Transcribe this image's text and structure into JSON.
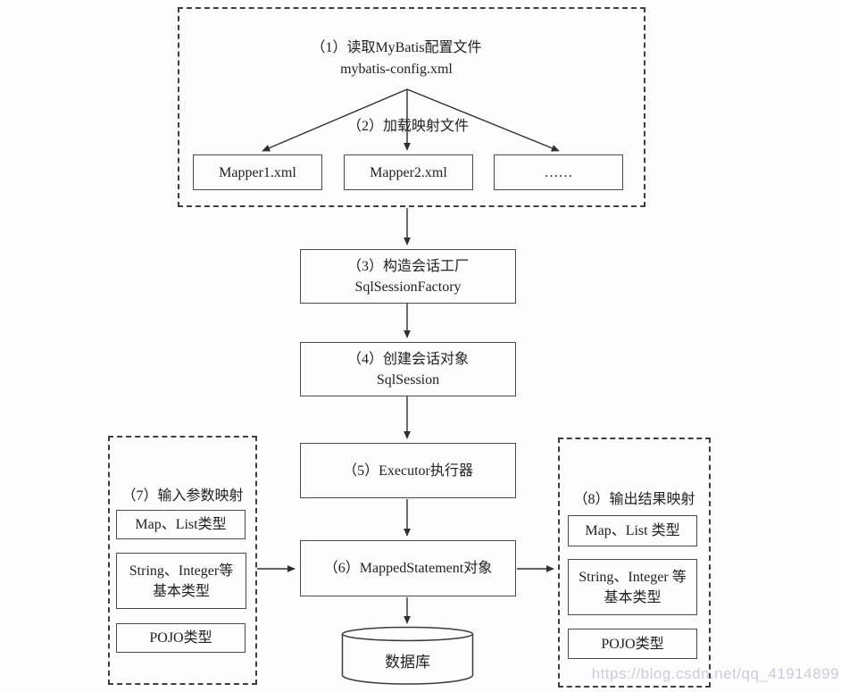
{
  "colors": {
    "background": "#fdfdfd",
    "line": "#2f2f2f",
    "box_border": "#4a4a4a",
    "dashed_border": "#3f3f3f",
    "watermark": "#c9ced5"
  },
  "config_group": {
    "step1_line1": "（1）读取MyBatis配置文件",
    "step1_line2": "mybatis-config.xml",
    "step2_label": "（2）加载映射文件",
    "mappers": [
      "Mapper1.xml",
      "Mapper2.xml",
      "……"
    ]
  },
  "flow": {
    "factory": {
      "line1": "（3）构造会话工厂",
      "line2": "SqlSessionFactory"
    },
    "session": {
      "line1": "（4）创建会话对象",
      "line2": "SqlSession"
    },
    "executor": {
      "line1": "（5）Executor执行器"
    },
    "mapped_statement": {
      "line1": "（6）MappedStatement对象"
    }
  },
  "database": {
    "label": "数据库"
  },
  "input_panel": {
    "title": "（7）输入参数映射",
    "items": [
      {
        "line1": "Map、List类型"
      },
      {
        "line1": "String、Integer等",
        "line2": "基本类型"
      },
      {
        "line1": "POJO类型"
      }
    ]
  },
  "output_panel": {
    "title": "（8）输出结果映射",
    "items": [
      {
        "line1": "Map、List 类型"
      },
      {
        "line1": "String、Integer 等",
        "line2": "基本类型"
      },
      {
        "line1": "POJO类型"
      }
    ]
  },
  "watermark": "https://blog.csdn.net/qq_41914899"
}
